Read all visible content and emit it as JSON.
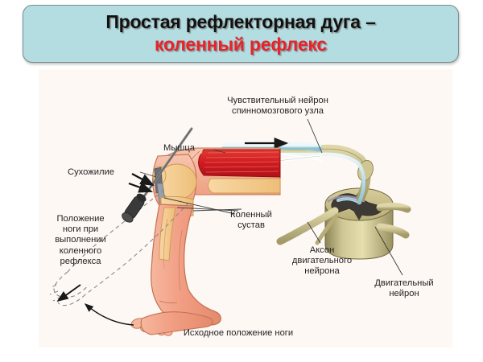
{
  "title": {
    "line1": "Простая рефлекторная дуга –",
    "line2": "коленный рефлекс",
    "line1_color": "#111111",
    "line2_color": "#e8232a",
    "banner_color": "#b3dde1"
  },
  "diagram": {
    "background_color": "#fdf8f4",
    "subject": "knee-jerk-reflex-arc",
    "labels": {
      "sensory_neuron": "Чувствительный нейрон\nспинномозгового узла",
      "muscle": "Мышца",
      "tendon": "Сухожилие",
      "leg_position_during_reflex": "Положение\nноги при\nвыполнении\nколенного\nрефлекса",
      "knee_joint": "Коленный\nсустав",
      "motor_axon": "Аксон\nдвигательного\nнейрона",
      "motor_neuron": "Двигательный\nнейрон",
      "initial_leg_position": "Исходное положение ноги"
    },
    "colors": {
      "skin": "#f4a58c",
      "muscle": "#d8232a",
      "bone": "#f3c88a",
      "spinal_cord": "#c9bf8a",
      "gray_matter": "#3d3a35",
      "nerve": "#cfe4ea",
      "hammer": "#4a4a4a"
    }
  }
}
